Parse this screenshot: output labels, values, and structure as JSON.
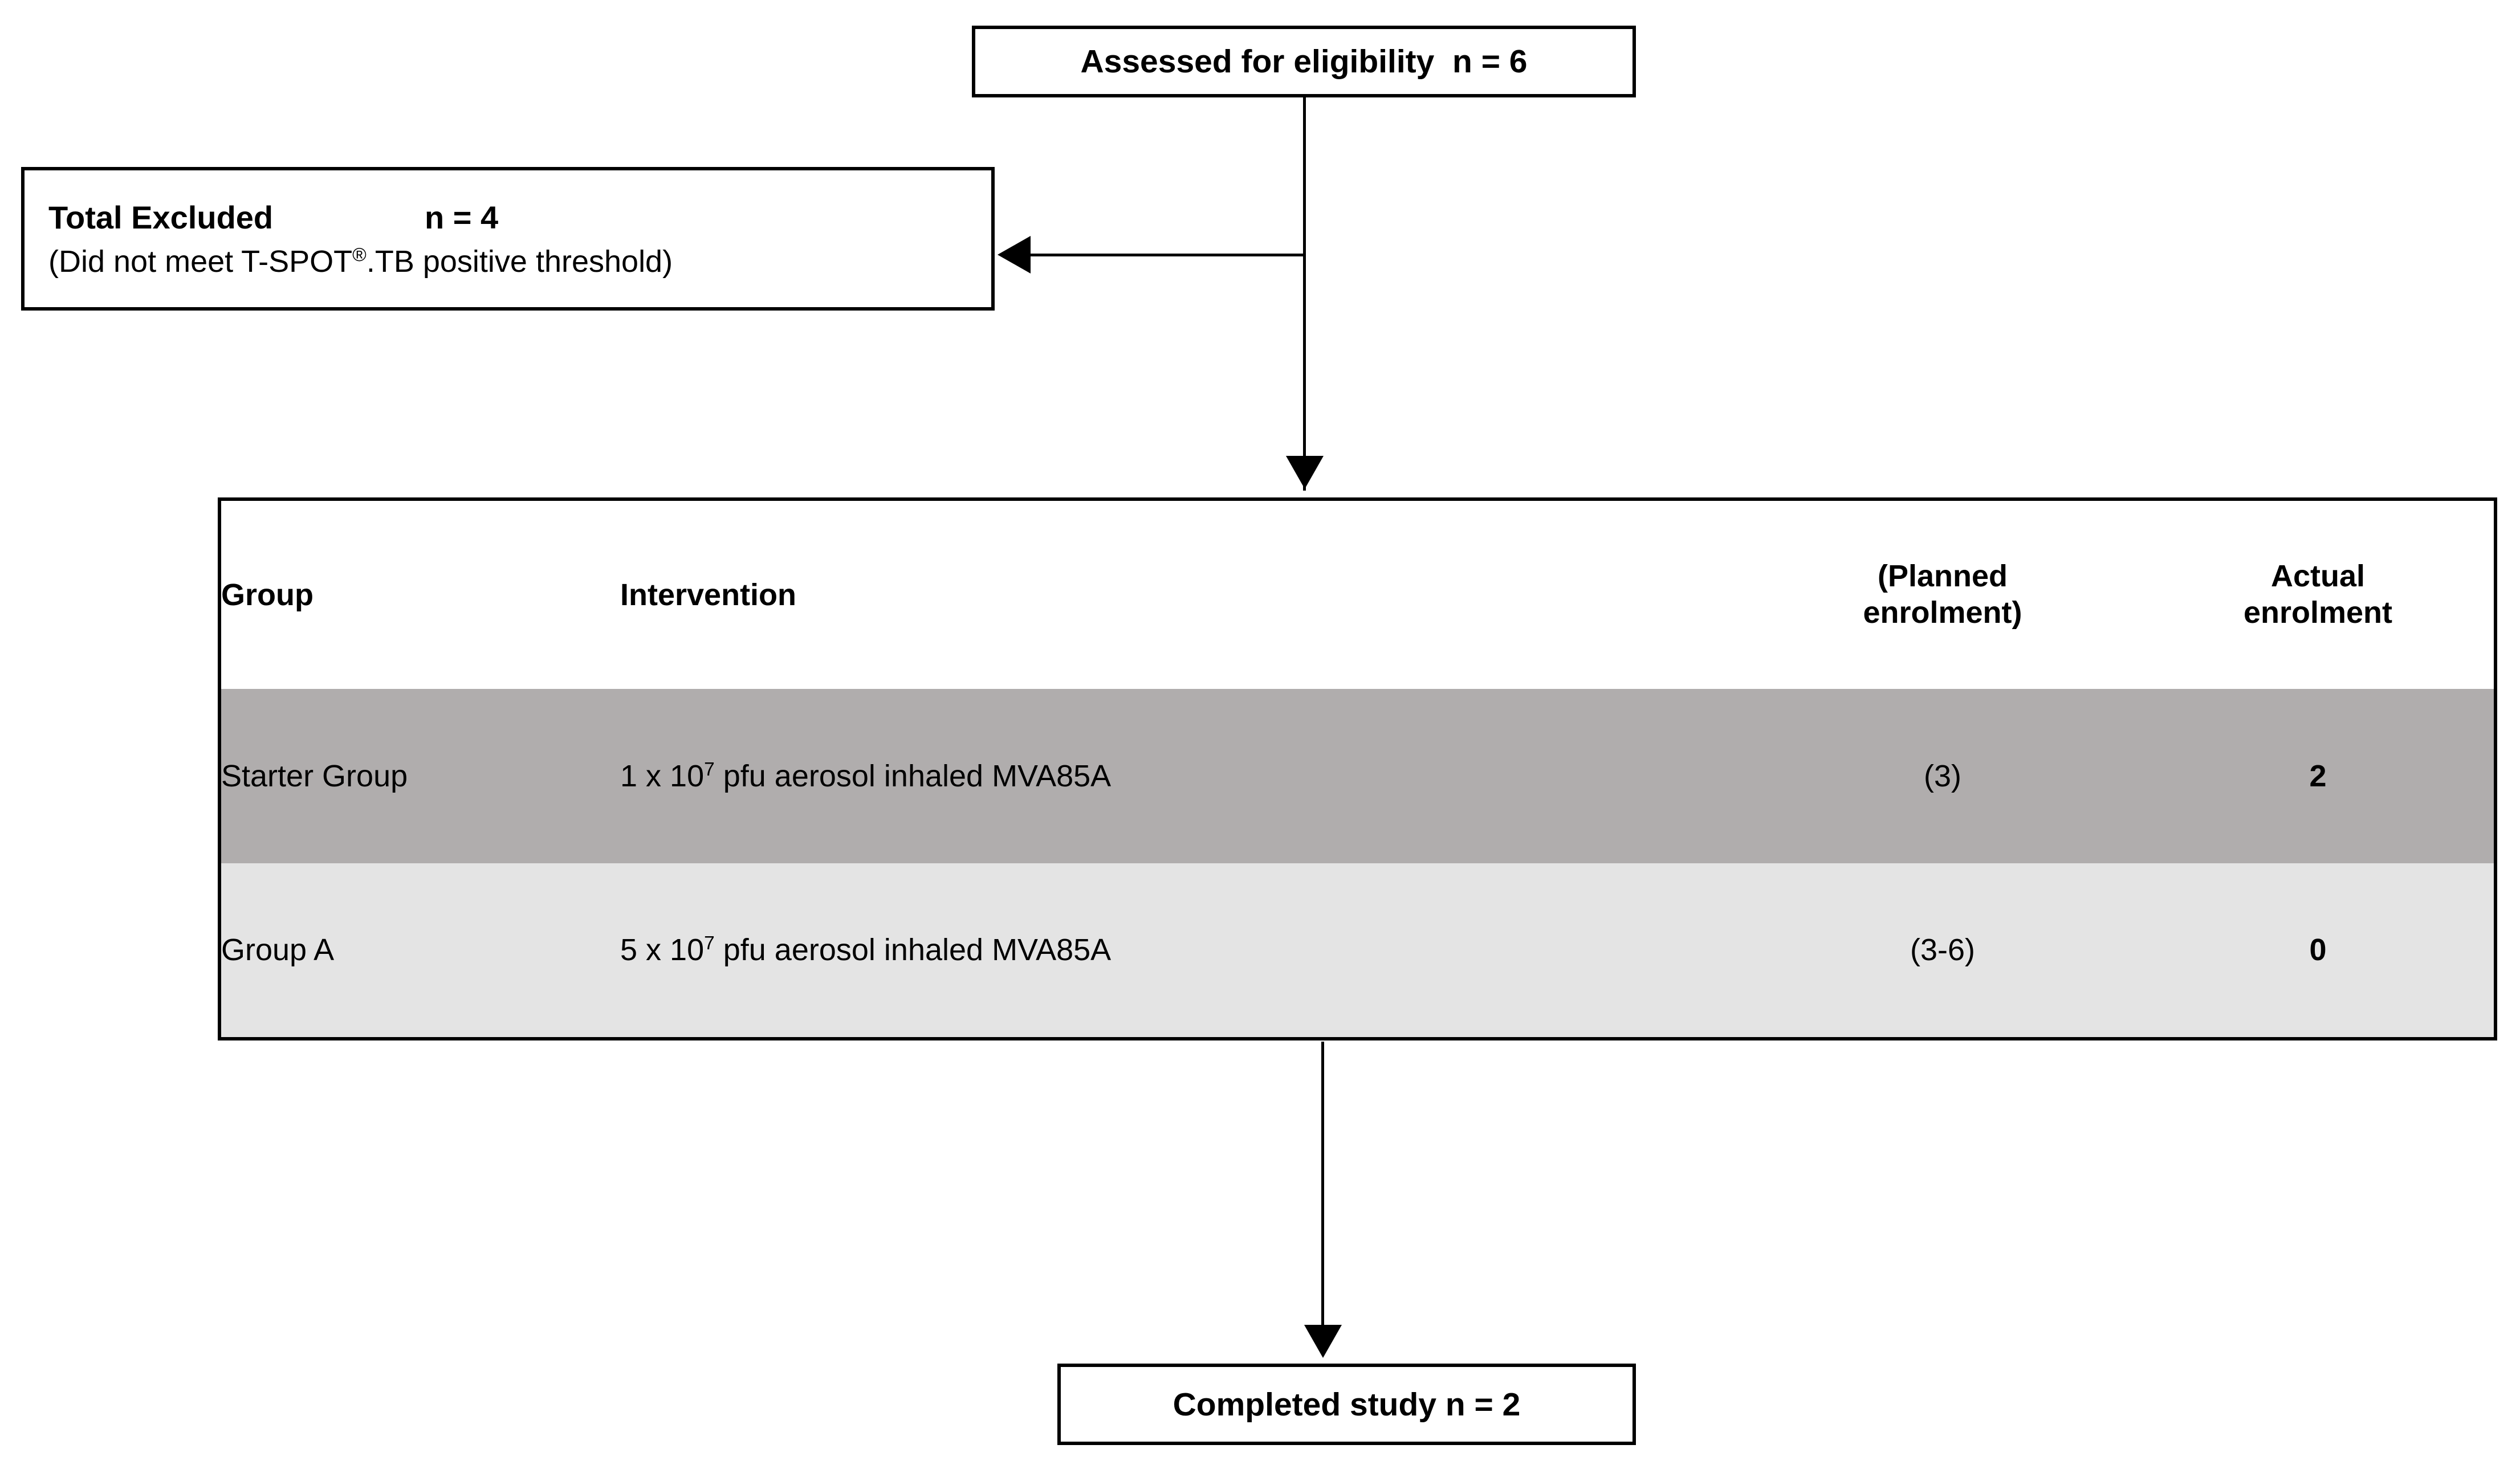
{
  "flowchart": {
    "assessed_box": {
      "text": "Assessed for eligibility  n = 6"
    },
    "excluded_box": {
      "label": "Total Excluded",
      "count": "n = 4",
      "reason_prefix": "(Did not meet T-SPOT",
      "reason_sup": "®",
      "reason_suffix": ".TB positive threshold)"
    },
    "completed_box": {
      "text": "Completed study n = 2"
    },
    "connectors": {
      "main_down_arrow": "arrow-down-to-table",
      "excluded_left_arrow": "arrow-left-to-excluded",
      "bottom_down_arrow": "arrow-down-to-completed"
    }
  },
  "table": {
    "headers": {
      "group": "Group",
      "intervention": "Intervention",
      "planned_line1": "(Planned",
      "planned_line2": "enrolment)",
      "actual_line1": "Actual",
      "actual_line2": "enrolment"
    },
    "rows": [
      {
        "group": "Starter Group",
        "intervention_prefix": "1 x 10",
        "intervention_sup": "7",
        "intervention_suffix": " pfu aerosol inhaled MVA85A",
        "planned": "(3)",
        "actual": "2",
        "row_color": "#b0adad"
      },
      {
        "group": "Group A",
        "intervention_prefix": "5 x 10",
        "intervention_sup": "7",
        "intervention_suffix": " pfu aerosol inhaled MVA85A",
        "planned": "(3-6)",
        "actual": "0",
        "row_color": "#e4e4e4"
      }
    ]
  },
  "colors": {
    "border": "#000000",
    "background": "#ffffff",
    "row_dark": "#b0adad",
    "row_light": "#e4e4e4"
  }
}
